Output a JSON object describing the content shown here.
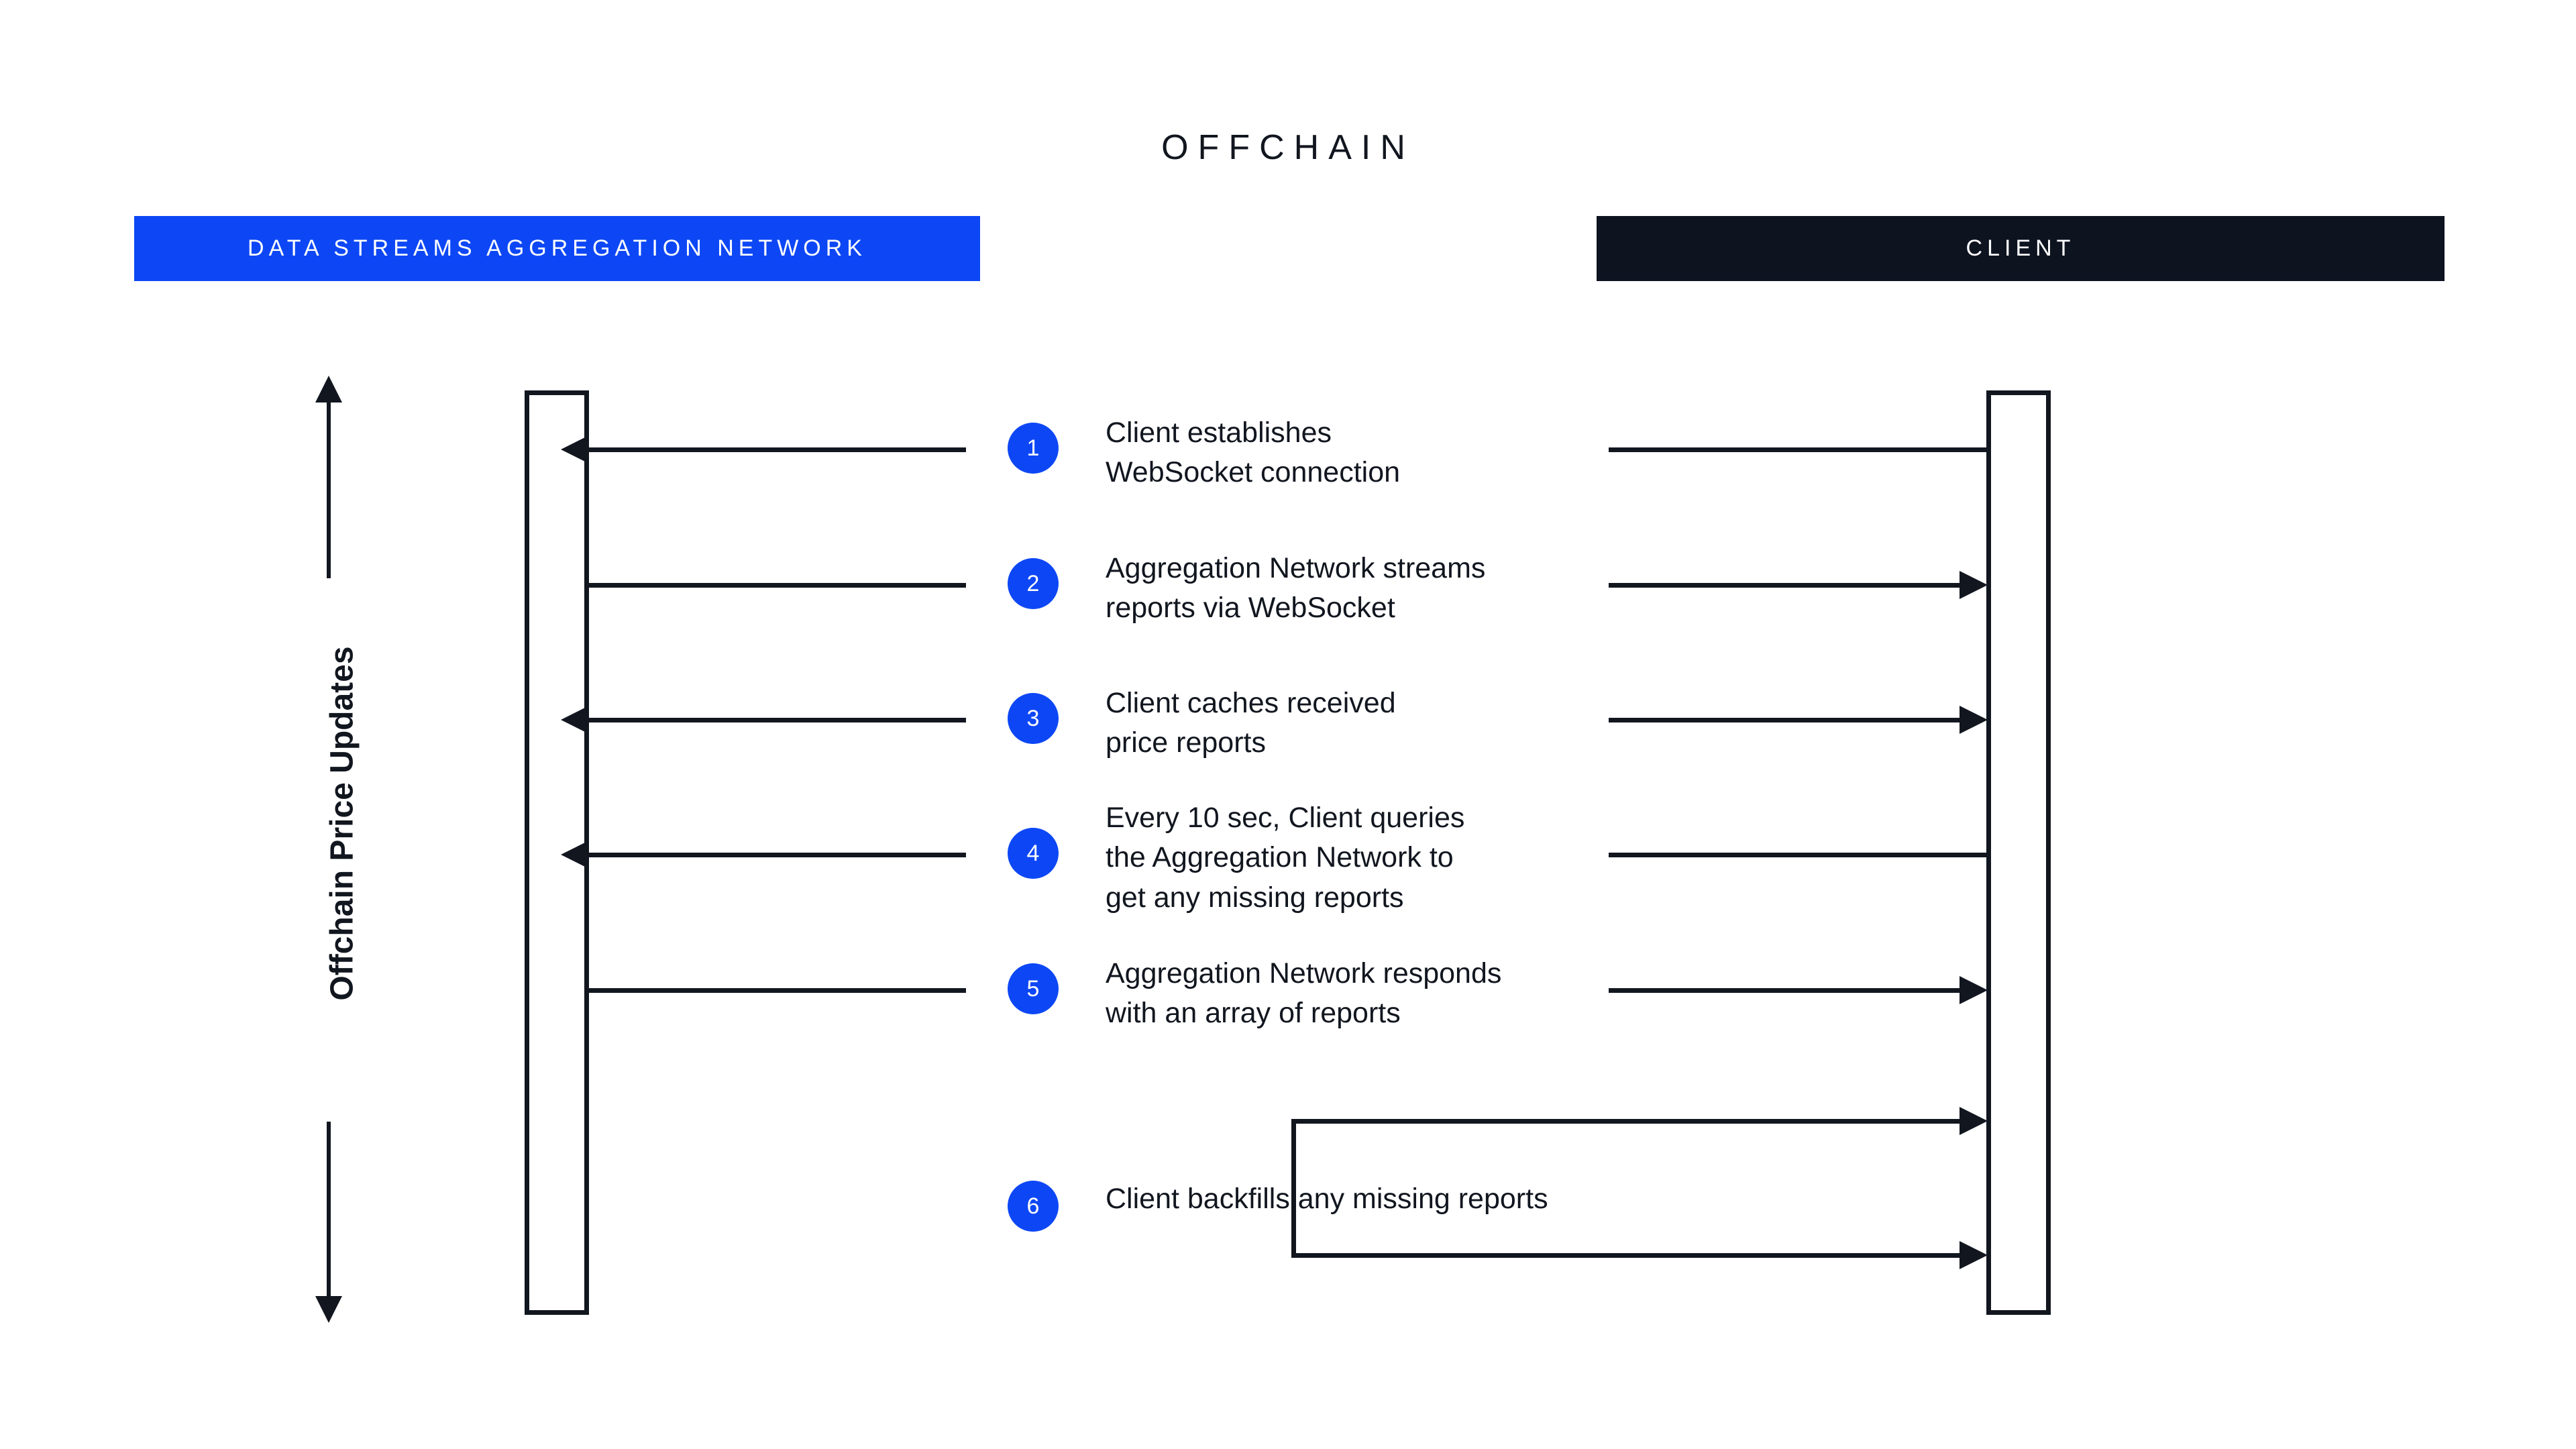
{
  "diagram": {
    "title": "OFFCHAIN",
    "axis_label": "Offchain Price Updates",
    "lanes": [
      {
        "key": "network",
        "label": "DATA STREAMS AGGREGATION NETWORK",
        "color": "#0d47f5"
      },
      {
        "key": "client",
        "label": "CLIENT",
        "color": "#0e1320"
      }
    ],
    "accent_color": "#0d47f5",
    "line_color": "#11161f",
    "steps": [
      {
        "number": "1",
        "text_line_1": "Client establishes",
        "text_line_2": "WebSocket connection",
        "text_line_3": "",
        "direction": "client-to-network"
      },
      {
        "number": "2",
        "text_line_1": "Aggregation Network streams",
        "text_line_2": "reports via WebSocket",
        "text_line_3": "",
        "direction": "network-to-client"
      },
      {
        "number": "3",
        "text_line_1": "Client caches received",
        "text_line_2": "price reports",
        "text_line_3": "",
        "direction": "client-to-network"
      },
      {
        "number": "4",
        "text_line_1": "Every 10 sec, Client queries",
        "text_line_2": "the Aggregation Network to",
        "text_line_3": "get any missing reports",
        "direction": "client-to-network"
      },
      {
        "number": "5",
        "text_line_1": "Aggregation Network responds",
        "text_line_2": "with an array of reports",
        "text_line_3": "",
        "direction": "network-to-client"
      },
      {
        "number": "6",
        "text_line_1": "Client backfills any missing reports",
        "text_line_2": "",
        "text_line_3": "",
        "direction": "client-self-loop"
      }
    ]
  }
}
